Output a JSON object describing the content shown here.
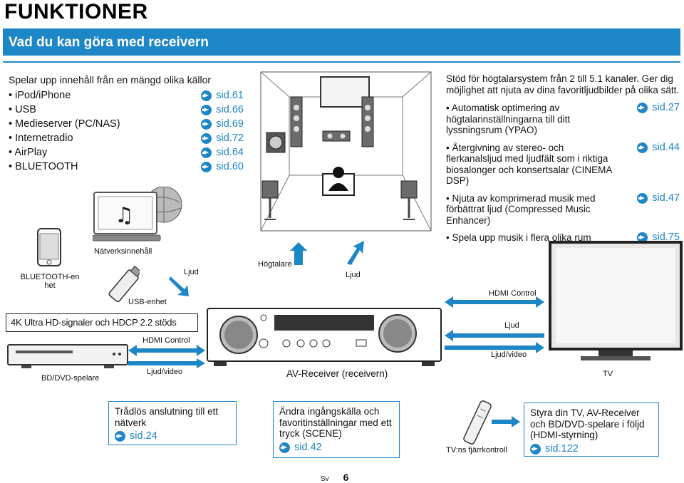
{
  "page_title": "FUNKTIONER",
  "banner": "Vad du kan göra med receivern",
  "sources": {
    "heading": "Spelar upp innehåll från en mängd olika källor",
    "items": [
      {
        "label": "iPod/iPhone",
        "ref": "sid.61"
      },
      {
        "label": "USB",
        "ref": "sid.66"
      },
      {
        "label": "Medieserver (PC/NAS)",
        "ref": "sid.69"
      },
      {
        "label": "Internetradio",
        "ref": "sid.72"
      },
      {
        "label": "AirPlay",
        "ref": "sid.64"
      },
      {
        "label": "BLUETOOTH",
        "ref": "sid.60"
      }
    ]
  },
  "features": {
    "intro": "Stöd för högtalarsystem från 2 till 5.1 kanaler. Ger dig möjlighet att njuta av dina favoritljudbilder på olika sätt.",
    "items": [
      {
        "text": "Automatisk optimering av högtalarinställningarna till ditt lyssningsrum (YPAO)",
        "ref": "sid.27"
      },
      {
        "text": "Återgivning av stereo- och flerkanalsljud med ljudfält som i riktiga biosalonger och konsertsalar (CINEMA DSP)",
        "ref": "sid.44"
      },
      {
        "text": "Njuta av komprimerad musik med förbättrat ljud (Compressed Music Enhancer)",
        "ref": "sid.47"
      },
      {
        "text": "Spela upp musik i flera olika rum",
        "ref": "sid.75"
      }
    ]
  },
  "diagram": {
    "network_content": "Nätverksinnehåll",
    "bluetooth_unit": "BLUETOOTH-en het",
    "usb_unit": "USB-enhet",
    "sound_1": "Ljud",
    "speakers": "Högtalare",
    "sound_2": "Ljud",
    "hdmi_control_tv": "HDMI Control",
    "hdcp_box": "4K Ultra HD-signaler och HDCP 2.2 stöds",
    "hdmi_control_bd": "HDMI Control",
    "sound_tv": "Ljud",
    "audio_video_tv": "Ljud/video",
    "bd_player": "BD/DVD-spelare",
    "audio_video_bd": "Ljud/video",
    "receiver": "AV-Receiver (receivern)",
    "tv": "TV"
  },
  "bottom": {
    "wireless": {
      "text": "Trådlös anslutning till ett nätverk",
      "ref": "sid.24"
    },
    "scene": {
      "text": "Ändra ingångskälla och favoritinställningar med ett tryck (SCENE)",
      "ref": "sid.42"
    },
    "remote_label": "TV:ns fjärrkontroll",
    "hdmi_control": {
      "text": "Styra din TV, AV-Receiver och BD/DVD-spelare i följd (HDMI-styrning)",
      "ref": "sid.122"
    }
  },
  "footer": {
    "lang": "Sv",
    "page": "6"
  },
  "colors": {
    "accent": "#1d86c7"
  }
}
